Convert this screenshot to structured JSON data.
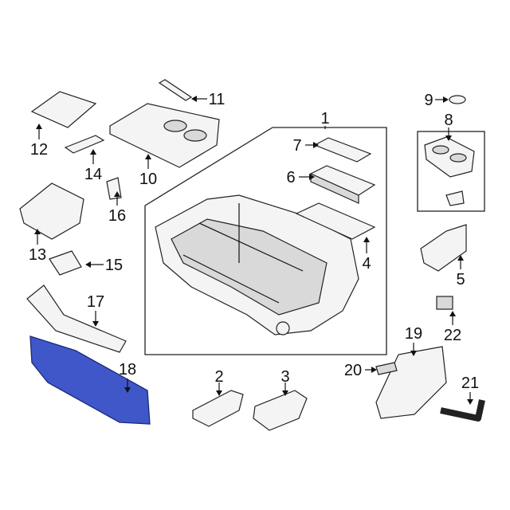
{
  "diagram": {
    "title": "Console assembly parts diagram",
    "highlight_color": "#3f57c9",
    "callouts": [
      {
        "id": "1",
        "label": "1"
      },
      {
        "id": "2",
        "label": "2"
      },
      {
        "id": "3",
        "label": "3"
      },
      {
        "id": "4",
        "label": "4"
      },
      {
        "id": "5",
        "label": "5"
      },
      {
        "id": "6",
        "label": "6"
      },
      {
        "id": "7",
        "label": "7"
      },
      {
        "id": "8",
        "label": "8"
      },
      {
        "id": "9",
        "label": "9"
      },
      {
        "id": "10",
        "label": "10"
      },
      {
        "id": "11",
        "label": "11"
      },
      {
        "id": "12",
        "label": "12"
      },
      {
        "id": "13",
        "label": "13"
      },
      {
        "id": "14",
        "label": "14"
      },
      {
        "id": "15",
        "label": "15"
      },
      {
        "id": "16",
        "label": "16"
      },
      {
        "id": "17",
        "label": "17"
      },
      {
        "id": "18",
        "label": "18"
      },
      {
        "id": "19",
        "label": "19"
      },
      {
        "id": "20",
        "label": "20"
      },
      {
        "id": "21",
        "label": "21"
      },
      {
        "id": "22",
        "label": "22"
      }
    ]
  }
}
